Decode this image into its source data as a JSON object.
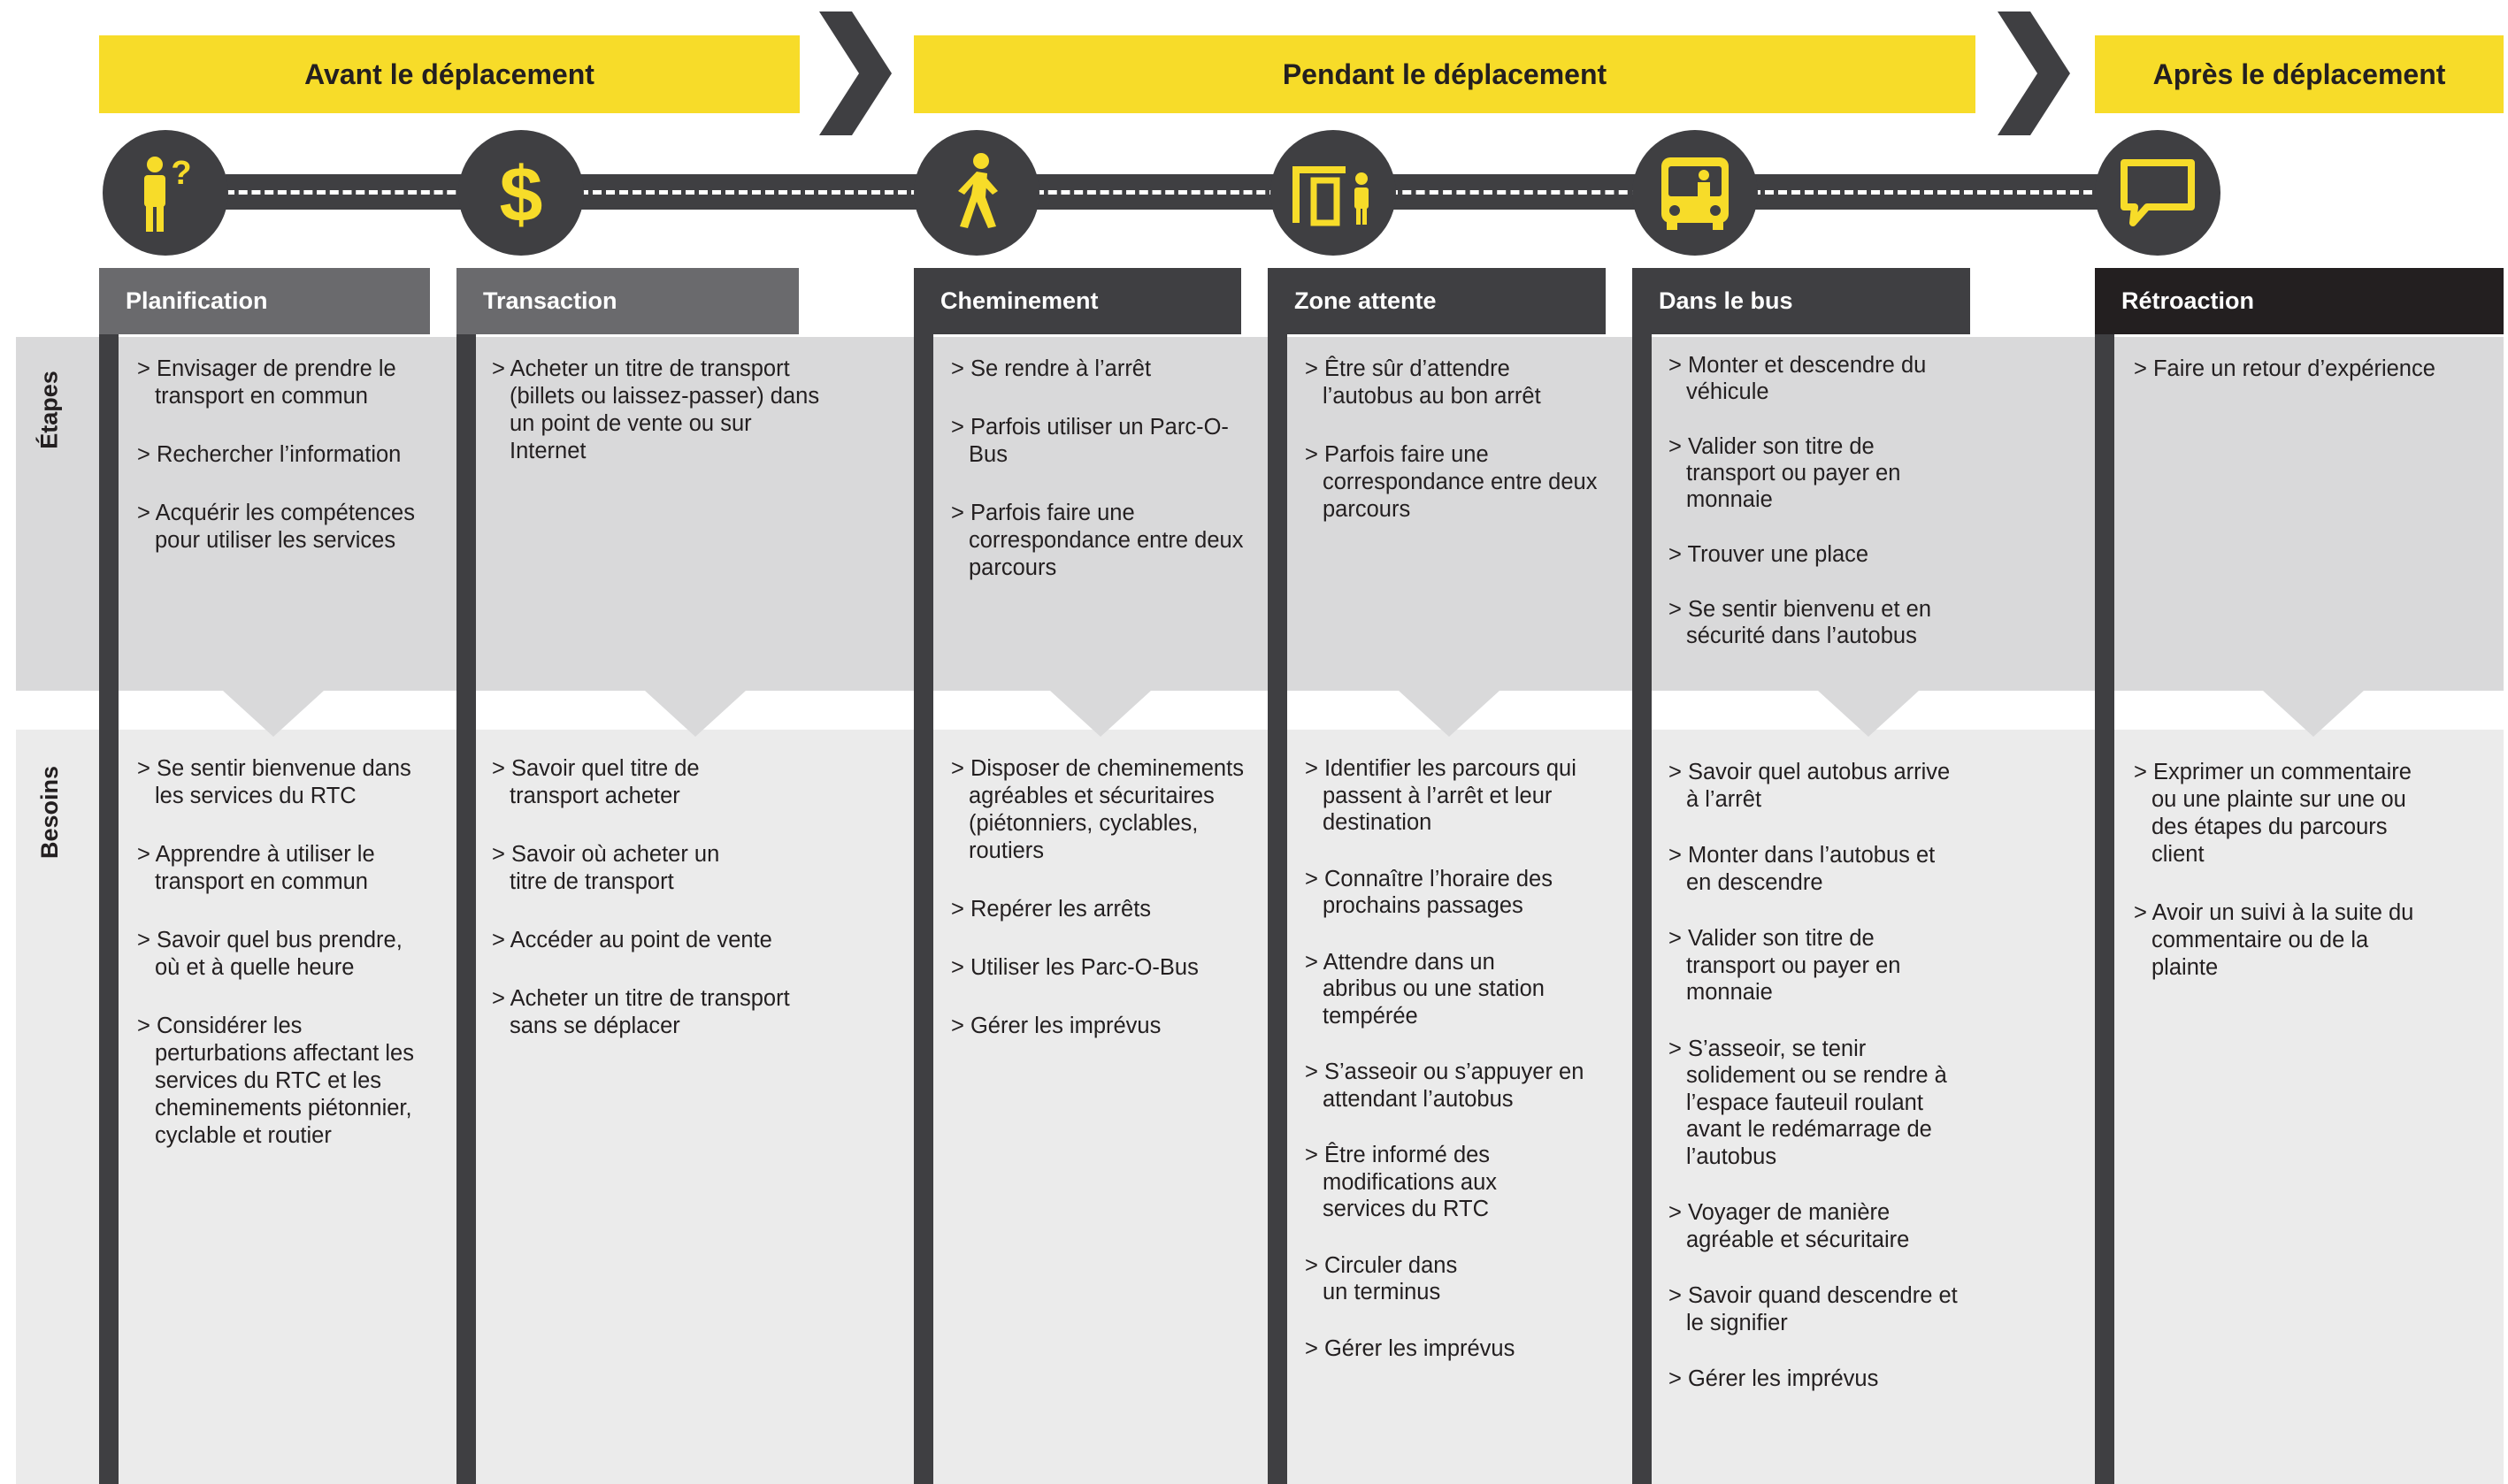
{
  "colors": {
    "yellow": "#f7dc29",
    "dark": "#3f3f42",
    "header_gray": "#6a6a6d",
    "header_black": "#231f20",
    "etapes_bg": "#d9d9da",
    "besoins_bg": "#ebebeb"
  },
  "phases": [
    {
      "label": "Avant le déplacement"
    },
    {
      "label": "Pendant le déplacement"
    },
    {
      "label": "Après le déplacement"
    }
  ],
  "row_labels": {
    "etapes": "Étapes",
    "besoins": "Besoins"
  },
  "columns": [
    {
      "title": "Planification",
      "icon": "person-question-icon",
      "etapes": [
        "> Envisager de prendre le transport en commun",
        "> Rechercher l’information",
        "> Acquérir les compétences pour utiliser les services"
      ],
      "besoins": [
        "> Se sentir bienvenue dans les services du RTC",
        "> Apprendre à utiliser le transport en commun",
        "> Savoir quel bus prendre, où et à quelle heure",
        "> Considérer les perturbations affectant les services du RTC et les cheminements piétonnier, cyclable et routier"
      ]
    },
    {
      "title": "Transaction",
      "icon": "dollar-icon",
      "etapes": [
        "> Acheter un titre de transport (billets ou laissez-passer) dans un point de vente ou sur Internet"
      ],
      "besoins": [
        "> Savoir quel titre de transport acheter",
        "> Savoir où acheter un titre de transport",
        "> Accéder au point de vente",
        "> Acheter un titre de transport sans se déplacer"
      ]
    },
    {
      "title": "Cheminement",
      "icon": "walking-person-icon",
      "etapes": [
        "> Se rendre à l’arrêt",
        "> Parfois utiliser un Parc-O-Bus",
        "> Parfois faire une correspondance entre deux parcours"
      ],
      "besoins": [
        "> Disposer de cheminements agréables et sécuritaires (piétonniers, cyclables, routiers",
        "> Repérer les arrêts",
        "> Utiliser les Parc-O-Bus",
        "> Gérer les imprévus"
      ]
    },
    {
      "title": "Zone attente",
      "icon": "bus-shelter-icon",
      "etapes": [
        "> Être sûr d’attendre l’autobus au bon arrêt",
        "> Parfois faire une correspondance entre deux parcours"
      ],
      "besoins": [
        "> Identifier les parcours qui passent à l’arrêt et leur destination",
        "> Connaître l’horaire des prochains passages",
        "> Attendre dans un abribus ou une station tempérée",
        "> S’asseoir ou s’appuyer en attendant l’autobus",
        "> Être informé des modifications aux services du RTC",
        "> Circuler dans un terminus",
        "> Gérer les imprévus"
      ]
    },
    {
      "title": "Dans le bus",
      "icon": "bus-icon",
      "etapes": [
        "> Monter et descendre du véhicule",
        "> Valider son titre de transport ou payer en monnaie",
        "> Trouver une place",
        "> Se sentir bienvenu et en sécurité dans l’autobus"
      ],
      "besoins": [
        "> Savoir quel autobus arrive à l’arrêt",
        "> Monter dans l’autobus et en descendre",
        "> Valider son titre de transport ou payer en monnaie",
        "> S’asseoir, se tenir solidement ou se rendre à l’espace fauteuil roulant avant le redémarrage de l’autobus",
        "> Voyager de manière agréable et sécuritaire",
        "> Savoir quand descendre et le signifier",
        "> Gérer les imprévus"
      ]
    },
    {
      "title": "Rétroaction",
      "icon": "speech-bubble-icon",
      "etapes": [
        "> Faire un retour d’expérience"
      ],
      "besoins": [
        "> Exprimer un commentaire ou une plainte sur une ou des étapes du parcours client",
        "> Avoir un suivi à la suite du commentaire ou de la plainte"
      ]
    }
  ]
}
